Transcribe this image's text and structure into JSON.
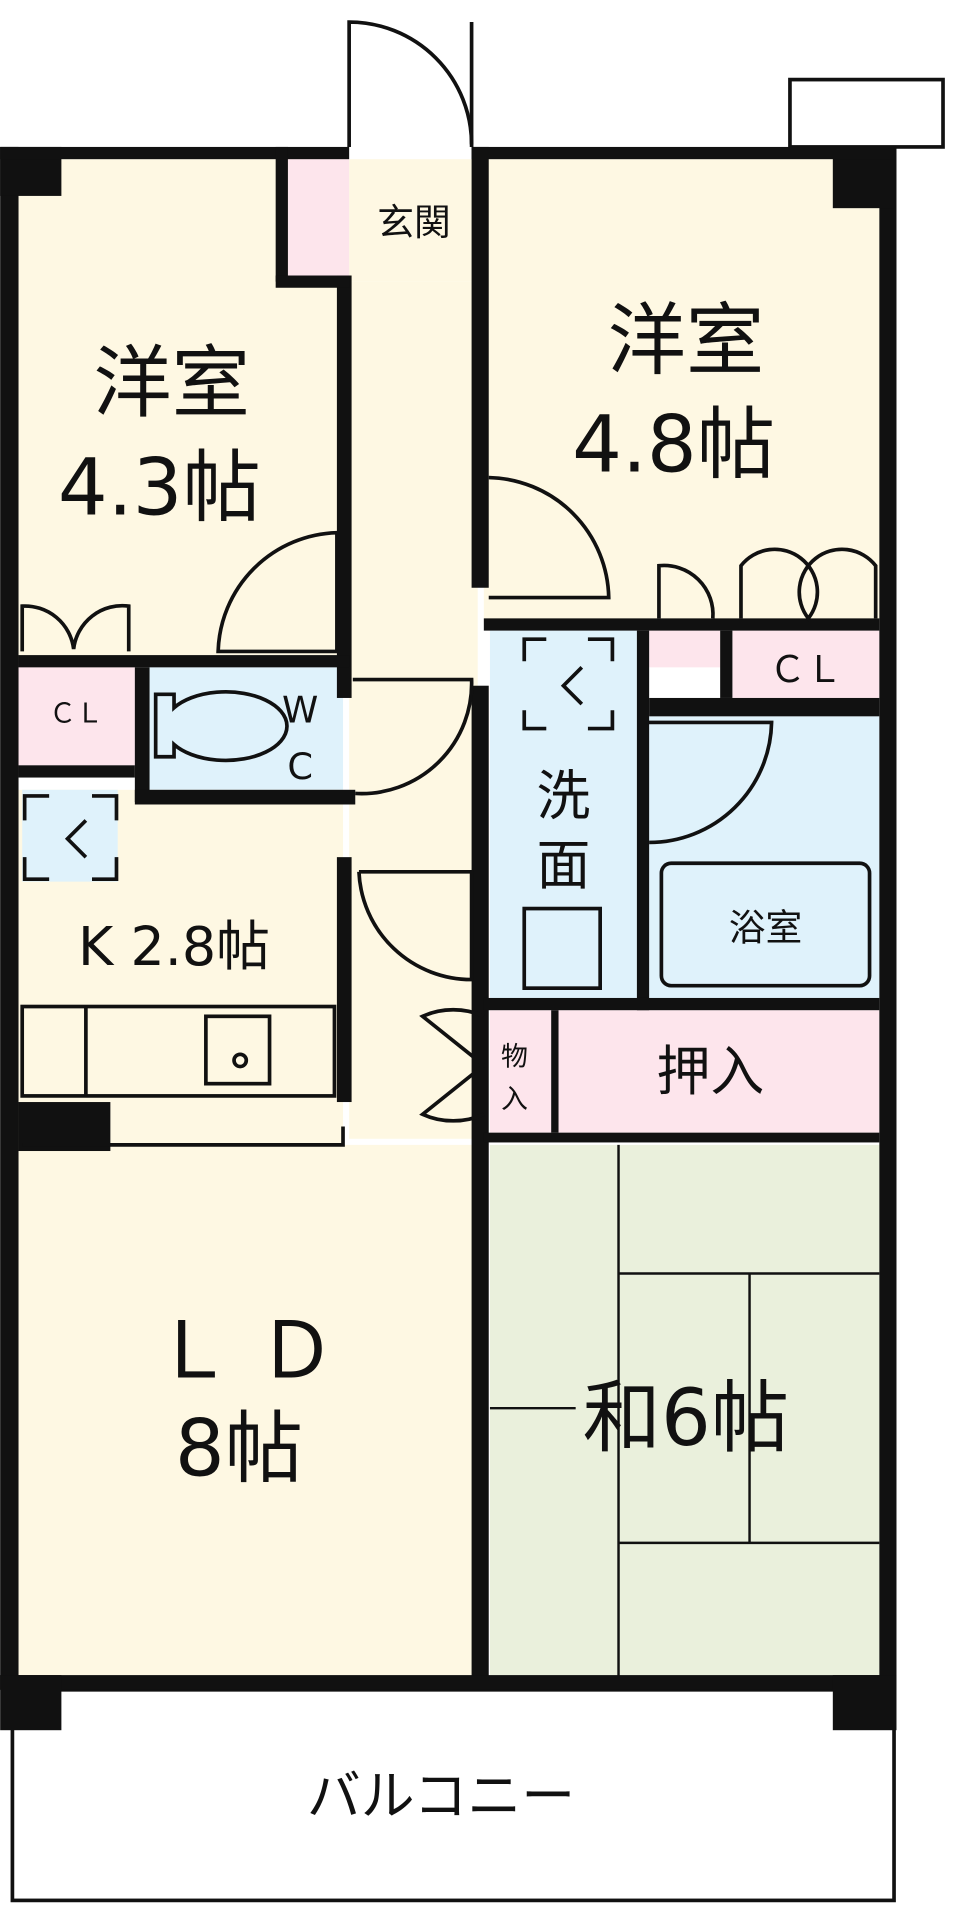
{
  "rooms": {
    "western1": {
      "name": "洋室",
      "size": "4.3帖"
    },
    "western2": {
      "name": "洋室",
      "size": "4.8帖"
    },
    "entrance": "玄関",
    "closet_left": "ＣＬ",
    "closet_right": "ＣＬ",
    "wc": [
      "W",
      "C"
    ],
    "kitchen": "K 2.8帖",
    "washroom": [
      "洗",
      "面"
    ],
    "bath": "浴室",
    "storage": [
      "物",
      "入"
    ],
    "oshiire": "押入",
    "living": {
      "name": "Ｌ Ｄ",
      "size": "8帖"
    },
    "japanese": "和6帖",
    "balcony": "バルコニー"
  },
  "colors": {
    "floor": "#fef8e3",
    "closet": "#fde5ec",
    "wet": "#dff2fb",
    "tatami": "#eaf0dc"
  }
}
